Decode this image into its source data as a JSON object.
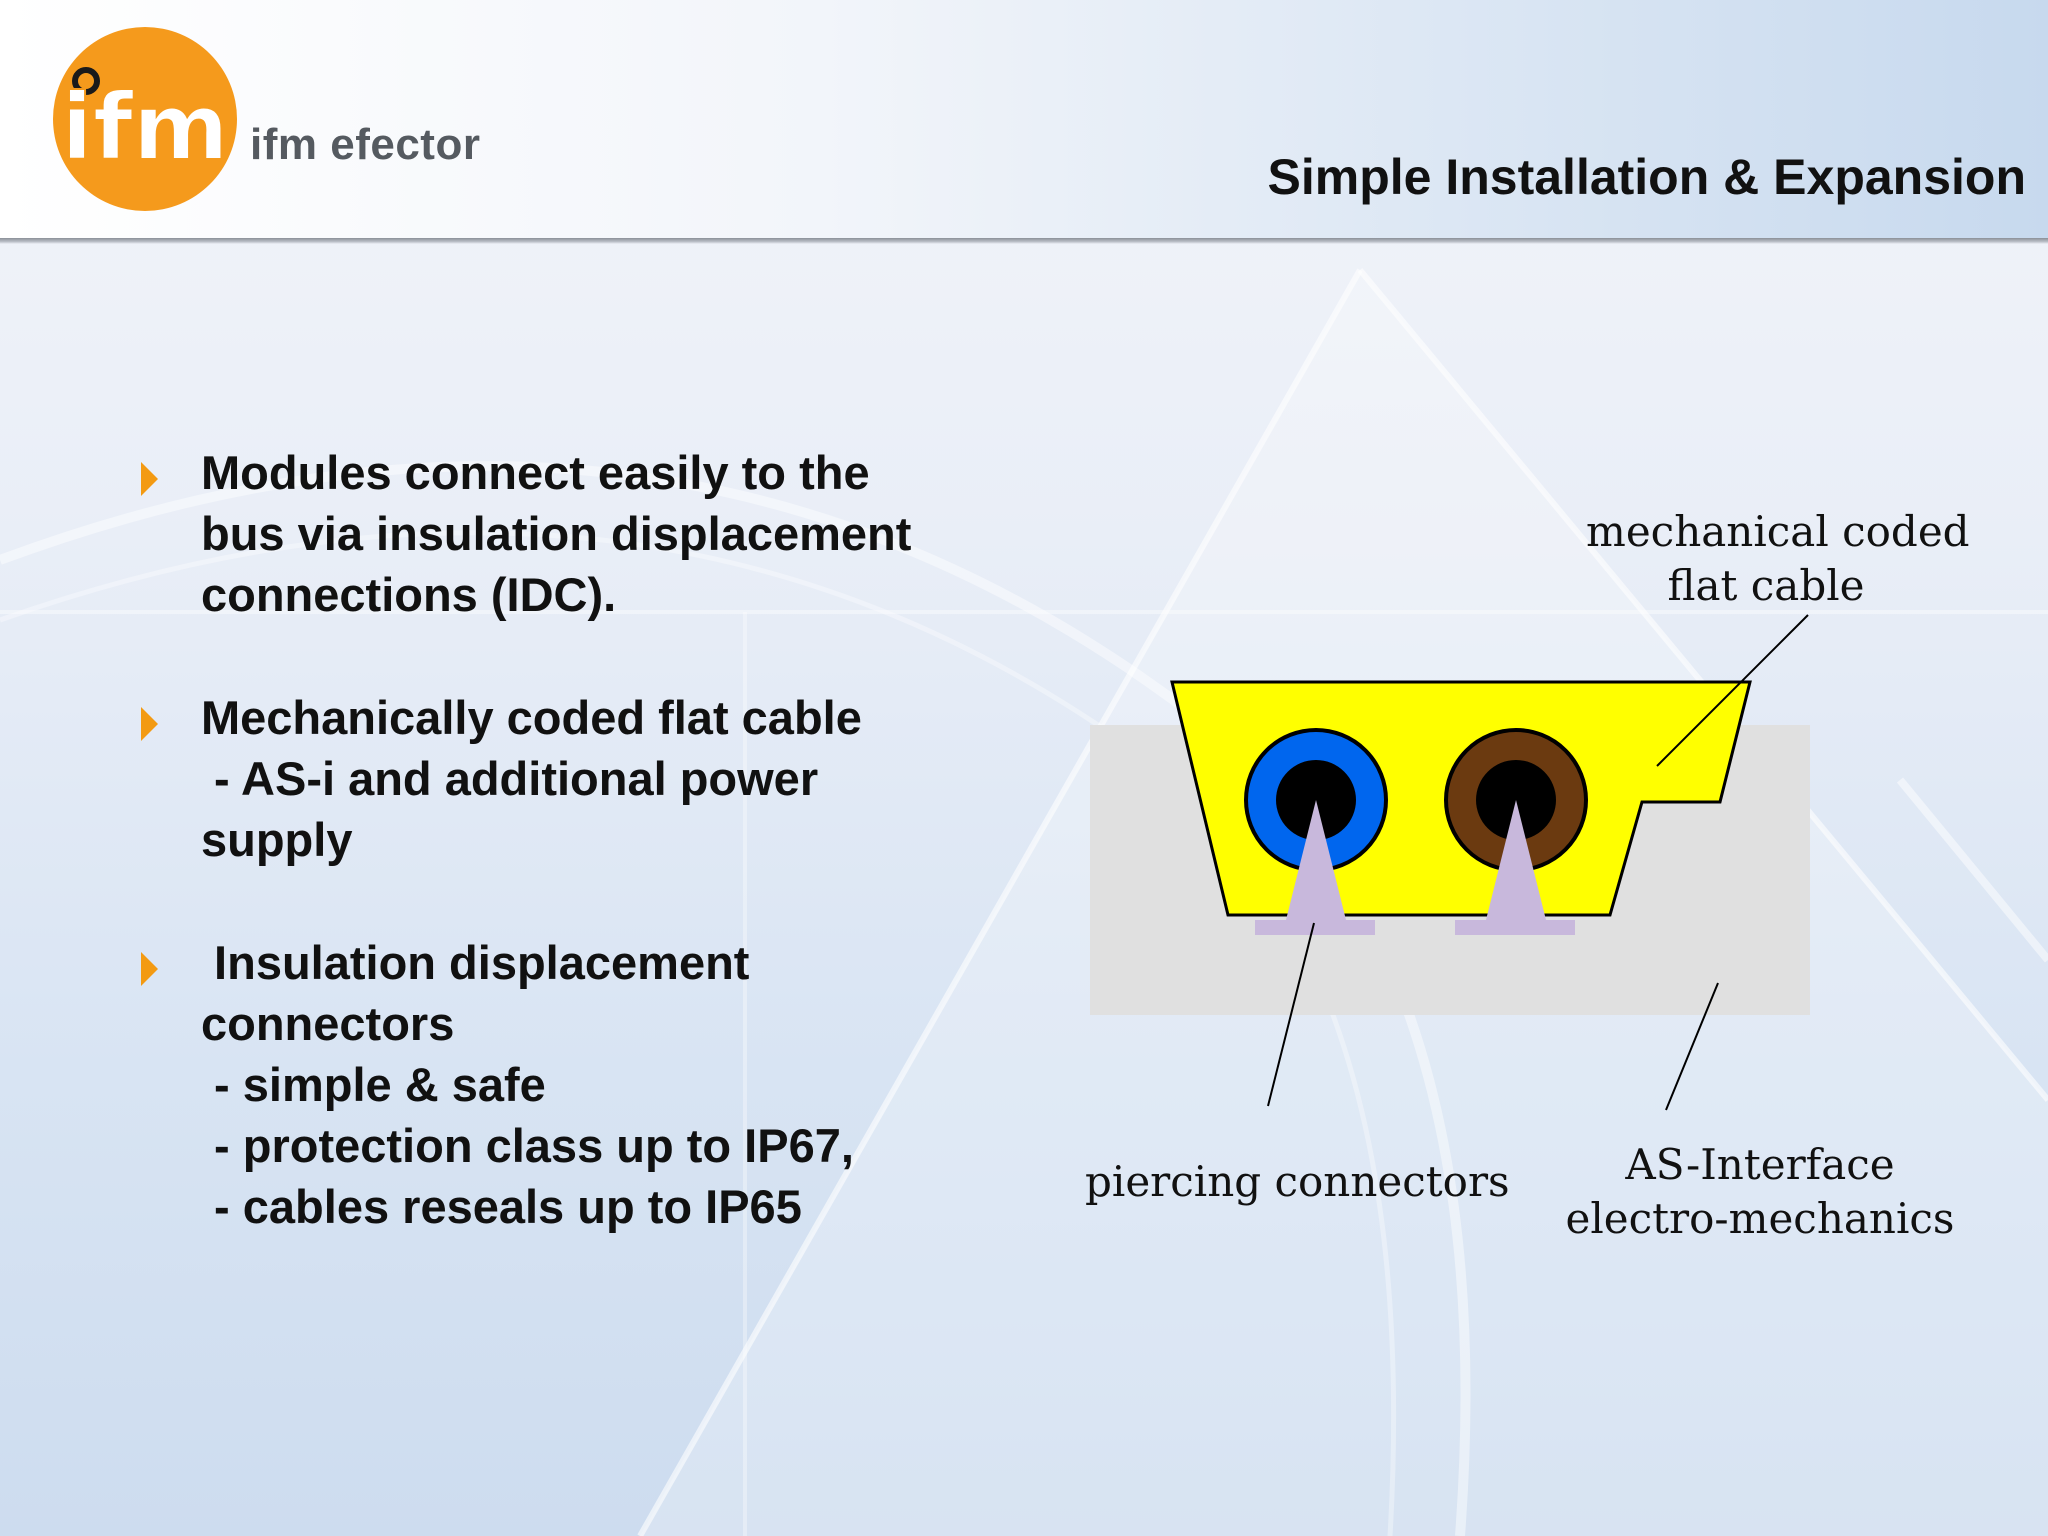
{
  "header": {
    "brand_text": "ifm efector",
    "logo_lettering": "ifm",
    "title": "Simple Installation & Expansion"
  },
  "bullets": [
    {
      "lines": [
        "Modules connect easily to the",
        "bus via insulation displacement",
        "connections (IDC)."
      ]
    },
    {
      "lines": [
        "Mechanically coded flat cable",
        " - AS-i and additional power",
        "supply"
      ]
    },
    {
      "lines": [
        " Insulation displacement",
        "connectors",
        " - simple & safe",
        " - protection class up to IP67,",
        " - cables reseals up to IP65"
      ]
    }
  ],
  "diagram": {
    "labels": {
      "cable_line1": "mechanical coded",
      "cable_line2": "flat cable",
      "piercing": "piercing connectors",
      "asi_line1": "AS-Interface",
      "asi_line2": "electro-mechanics"
    },
    "colors": {
      "cable": "#ffff00",
      "conductor_left": "#0066ee",
      "conductor_right": "#6b3a10",
      "connector": "#c8b8dc",
      "housing": "#e0e0e0",
      "bullet_accent": "#f39a12",
      "logo_orange": "#f59a1c"
    }
  }
}
